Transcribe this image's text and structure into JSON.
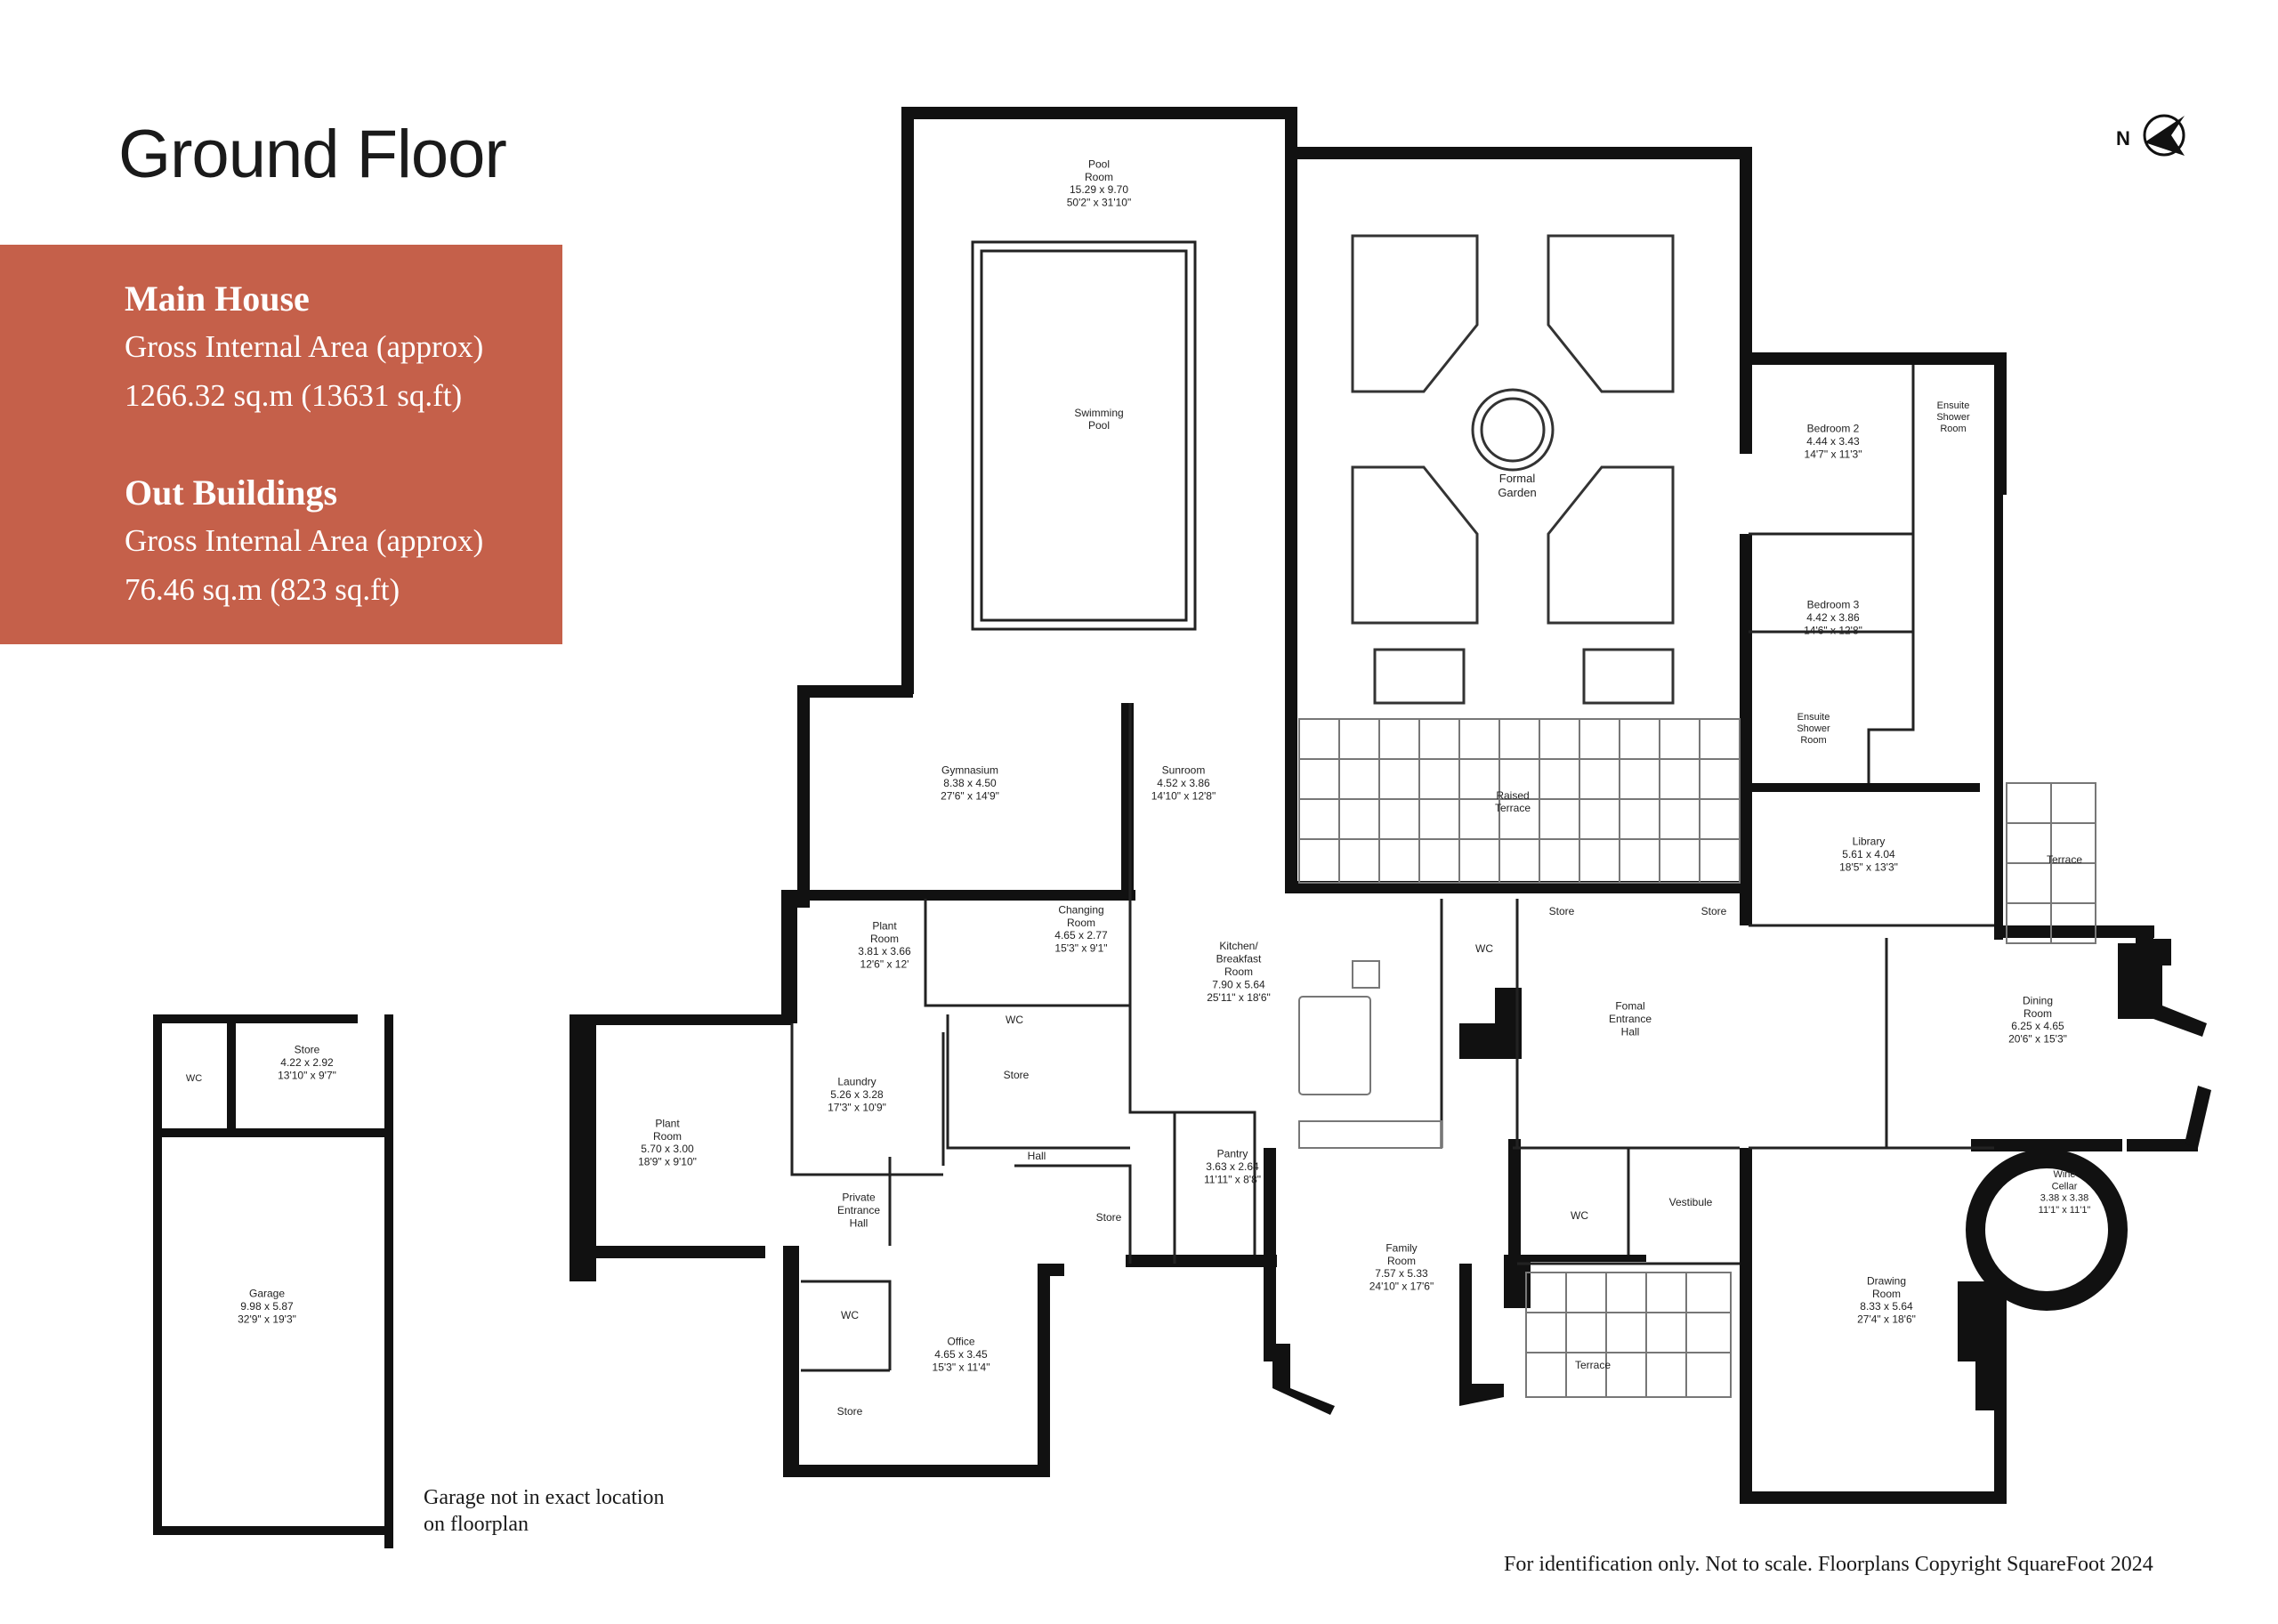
{
  "title": "Ground Floor",
  "areas": {
    "main_house": {
      "heading": "Main House",
      "label": "Gross Internal Area (approx)",
      "value": "1266.32 sq.m (13631 sq.ft)"
    },
    "out_buildings": {
      "heading": "Out Buildings",
      "label": "Gross Internal Area (approx)",
      "value": "76.46 sq.m (823 sq.ft)"
    }
  },
  "colors": {
    "panel": "#c5604a",
    "wall": "#111111",
    "text": "#1a1a1a"
  },
  "footer": "For identification only.  Not to scale. Floorplans Copyright SquareFoot 2024",
  "garage_note": {
    "line1": "Garage not in exact location",
    "line2": "on floorplan"
  },
  "compass": {
    "letter": "N",
    "icon": "north-arrow-icon"
  },
  "rooms": [
    {
      "id": "pool-room",
      "lines": [
        "Pool",
        "Room",
        "15.29 x 9.70",
        "50'2\" x 31'10\""
      ]
    },
    {
      "id": "swimming-pool",
      "lines": [
        "Swimming",
        "Pool"
      ]
    },
    {
      "id": "formal-garden",
      "lines": [
        "Formal",
        "Garden"
      ]
    },
    {
      "id": "bedroom-2",
      "lines": [
        "Bedroom 2",
        "4.44 x 3.43",
        "14'7\" x 11'3\""
      ]
    },
    {
      "id": "ensuite-1",
      "lines": [
        "Ensuite",
        "Shower",
        "Room"
      ]
    },
    {
      "id": "bedroom-3",
      "lines": [
        "Bedroom 3",
        "4.42 x 3.86",
        "14'6\" x 12'8\""
      ]
    },
    {
      "id": "ensuite-2",
      "lines": [
        "Ensuite",
        "Shower",
        "Room"
      ]
    },
    {
      "id": "gymnasium",
      "lines": [
        "Gymnasium",
        "8.38 x 4.50",
        "27'6\" x 14'9\""
      ]
    },
    {
      "id": "sunroom",
      "lines": [
        "Sunroom",
        "4.52 x 3.86",
        "14'10\" x 12'8\""
      ]
    },
    {
      "id": "raised-terrace",
      "lines": [
        "Raised",
        "Terrace"
      ]
    },
    {
      "id": "library",
      "lines": [
        "Library",
        "5.61 x 4.04",
        "18'5\" x 13'3\""
      ]
    },
    {
      "id": "terrace-east",
      "lines": [
        "Terrace"
      ]
    },
    {
      "id": "plant-room-1",
      "lines": [
        "Plant",
        "Room",
        "3.81 x 3.66",
        "12'6\" x 12'"
      ]
    },
    {
      "id": "changing-room",
      "lines": [
        "Changing",
        "Room",
        "4.65 x 2.77",
        "15'3\" x 9'1\""
      ]
    },
    {
      "id": "kitchen",
      "lines": [
        "Kitchen/",
        "Breakfast",
        "Room",
        "7.90 x 5.64",
        "25'11\" x 18'6\""
      ]
    },
    {
      "id": "wc-kitchen",
      "lines": [
        "WC"
      ]
    },
    {
      "id": "store-1",
      "lines": [
        "Store"
      ]
    },
    {
      "id": "store-2",
      "lines": [
        "Store"
      ]
    },
    {
      "id": "formal-entrance-hall",
      "lines": [
        "Fomal",
        "Entrance",
        "Hall"
      ]
    },
    {
      "id": "dining-room",
      "lines": [
        "Dining",
        "Room",
        "6.25 x 4.65",
        "20'6\" x 15'3\""
      ]
    },
    {
      "id": "wc-changing",
      "lines": [
        "WC"
      ]
    },
    {
      "id": "laundry",
      "lines": [
        "Laundry",
        "5.26 x 3.28",
        "17'3\" x 10'9\""
      ]
    },
    {
      "id": "store-3",
      "lines": [
        "Store"
      ]
    },
    {
      "id": "hall",
      "lines": [
        "Hall"
      ]
    },
    {
      "id": "plant-room-2",
      "lines": [
        "Plant",
        "Room",
        "5.70 x 3.00",
        "18'9\" x 9'10\""
      ]
    },
    {
      "id": "pantry",
      "lines": [
        "Pantry",
        "3.63 x 2.64",
        "11'11\" x 8'8\""
      ]
    },
    {
      "id": "wc-vestibule",
      "lines": [
        "WC"
      ]
    },
    {
      "id": "vestibule",
      "lines": [
        "Vestibule"
      ]
    },
    {
      "id": "wine-cellar",
      "lines": [
        "Wine",
        "Cellar",
        "3.38 x 3.38",
        "11'1\" x 11'1\""
      ]
    },
    {
      "id": "private-entrance-hall",
      "lines": [
        "Private",
        "Entrance",
        "Hall"
      ]
    },
    {
      "id": "store-4",
      "lines": [
        "Store"
      ]
    },
    {
      "id": "family-room",
      "lines": [
        "Family",
        "Room",
        "7.57 x 5.33",
        "24'10\" x 17'6\""
      ]
    },
    {
      "id": "drawing-room",
      "lines": [
        "Drawing",
        "Room",
        "8.33 x 5.64",
        "27'4\" x 18'6\""
      ]
    },
    {
      "id": "wc-office",
      "lines": [
        "WC"
      ]
    },
    {
      "id": "office",
      "lines": [
        "Office",
        "4.65 x 3.45",
        "15'3\" x 11'4\""
      ]
    },
    {
      "id": "terrace-south",
      "lines": [
        "Terrace"
      ]
    },
    {
      "id": "store-5",
      "lines": [
        "Store"
      ]
    },
    {
      "id": "wc-garage",
      "lines": [
        "WC"
      ]
    },
    {
      "id": "store-garage",
      "lines": [
        "Store",
        "4.22 x 2.92",
        "13'10\" x 9'7\""
      ]
    },
    {
      "id": "garage",
      "lines": [
        "Garage",
        "9.98 x 5.87",
        "32'9\" x 19'3\""
      ]
    }
  ]
}
